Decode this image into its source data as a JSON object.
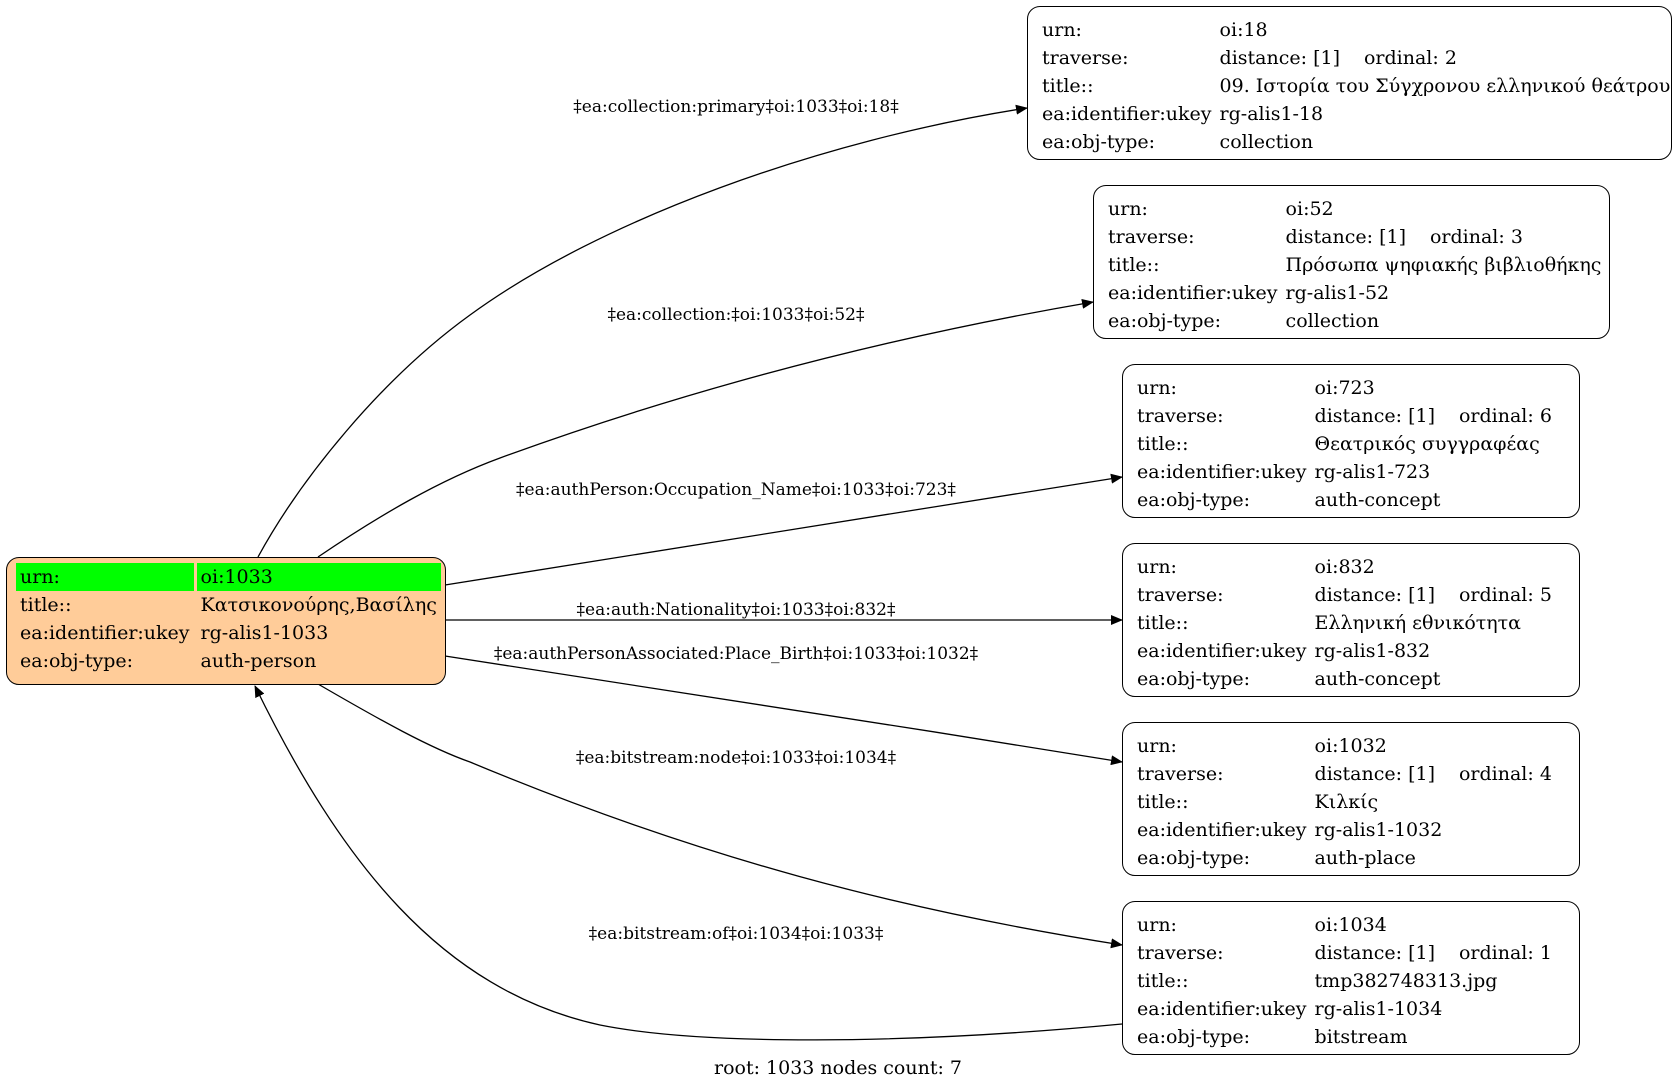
{
  "root_node": {
    "rows": [
      {
        "key": "urn:",
        "value": "oi:1033"
      },
      {
        "key": "title::",
        "value": "Κατσικονούρης,Βασίλης"
      },
      {
        "key": "ea:identifier:ukey",
        "value": "rg-alis1-1033"
      },
      {
        "key": "ea:obj-type:",
        "value": "auth-person"
      }
    ],
    "fill_color": "#ffcc99",
    "highlight_color": "#00ff00"
  },
  "nodes": [
    {
      "urn_key": "urn:",
      "urn": "oi:18",
      "traverse_key": "traverse:",
      "distance": "distance: [1]",
      "ordinal": "ordinal: 2",
      "title_key": "title::",
      "title": "09. Ιστορία του Σύγχρονου ελληνικού θεάτρου",
      "ukey_key": "ea:identifier:ukey",
      "ukey": "rg-alis1-18",
      "type_key": "ea:obj-type:",
      "type": "collection"
    },
    {
      "urn_key": "urn:",
      "urn": "oi:52",
      "traverse_key": "traverse:",
      "distance": "distance: [1]",
      "ordinal": "ordinal: 3",
      "title_key": "title::",
      "title": "Πρόσωπα ψηφιακής βιβλιοθήκης",
      "ukey_key": "ea:identifier:ukey",
      "ukey": "rg-alis1-52",
      "type_key": "ea:obj-type:",
      "type": "collection"
    },
    {
      "urn_key": "urn:",
      "urn": "oi:723",
      "traverse_key": "traverse:",
      "distance": "distance: [1]",
      "ordinal": "ordinal: 6",
      "title_key": "title::",
      "title": "Θεατρικός συγγραφέας",
      "ukey_key": "ea:identifier:ukey",
      "ukey": "rg-alis1-723",
      "type_key": "ea:obj-type:",
      "type": "auth-concept"
    },
    {
      "urn_key": "urn:",
      "urn": "oi:832",
      "traverse_key": "traverse:",
      "distance": "distance: [1]",
      "ordinal": "ordinal: 5",
      "title_key": "title::",
      "title": "Ελληνική εθνικότητα",
      "ukey_key": "ea:identifier:ukey",
      "ukey": "rg-alis1-832",
      "type_key": "ea:obj-type:",
      "type": "auth-concept"
    },
    {
      "urn_key": "urn:",
      "urn": "oi:1032",
      "traverse_key": "traverse:",
      "distance": "distance: [1]",
      "ordinal": "ordinal: 4",
      "title_key": "title::",
      "title": "Κιλκίς",
      "ukey_key": "ea:identifier:ukey",
      "ukey": "rg-alis1-1032",
      "type_key": "ea:obj-type:",
      "type": "auth-place"
    },
    {
      "urn_key": "urn:",
      "urn": "oi:1034",
      "traverse_key": "traverse:",
      "distance": "distance: [1]",
      "ordinal": "ordinal: 1",
      "title_key": "title::",
      "title": "tmp382748313.jpg",
      "ukey_key": "ea:identifier:ukey",
      "ukey": "rg-alis1-1034",
      "type_key": "ea:obj-type:",
      "type": "bitstream"
    }
  ],
  "edges": [
    {
      "label": "‡ea:collection:primary‡oi:1033‡oi:18‡"
    },
    {
      "label": "‡ea:collection:‡oi:1033‡oi:52‡"
    },
    {
      "label": "‡ea:authPerson:Occupation_Name‡oi:1033‡oi:723‡"
    },
    {
      "label": "‡ea:auth:Nationality‡oi:1033‡oi:832‡"
    },
    {
      "label": "‡ea:authPersonAssociated:Place_Birth‡oi:1033‡oi:1032‡"
    },
    {
      "label": "‡ea:bitstream:node‡oi:1033‡oi:1034‡"
    },
    {
      "label": "‡ea:bitstream:of‡oi:1034‡oi:1033‡"
    }
  ],
  "footer": "root: 1033 nodes count: 7"
}
